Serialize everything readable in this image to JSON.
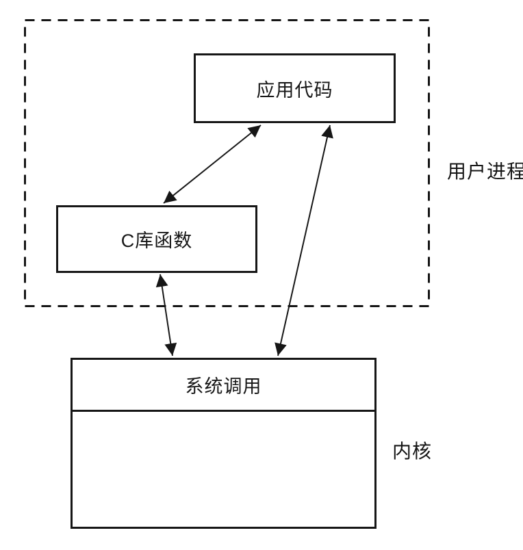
{
  "diagram": {
    "type": "block-diagram",
    "background_color": "#ffffff",
    "line_color": "#161616",
    "nodes": [
      {
        "id": "app-code",
        "label": "应用代码"
      },
      {
        "id": "c-library",
        "label": "C库函数"
      },
      {
        "id": "system-call",
        "label": "系统调用"
      }
    ],
    "regions": [
      {
        "id": "user-process",
        "label": "用户进程",
        "border_style": "dashed"
      },
      {
        "id": "kernel",
        "label": "内核",
        "border_style": "solid"
      }
    ],
    "edges": [
      {
        "from": "app-code",
        "to": "c-library",
        "style": "double-headed-arrow"
      },
      {
        "from": "c-library",
        "to": "system-call",
        "style": "double-headed-arrow"
      },
      {
        "from": "app-code",
        "to": "system-call",
        "style": "double-headed-arrow"
      }
    ]
  }
}
